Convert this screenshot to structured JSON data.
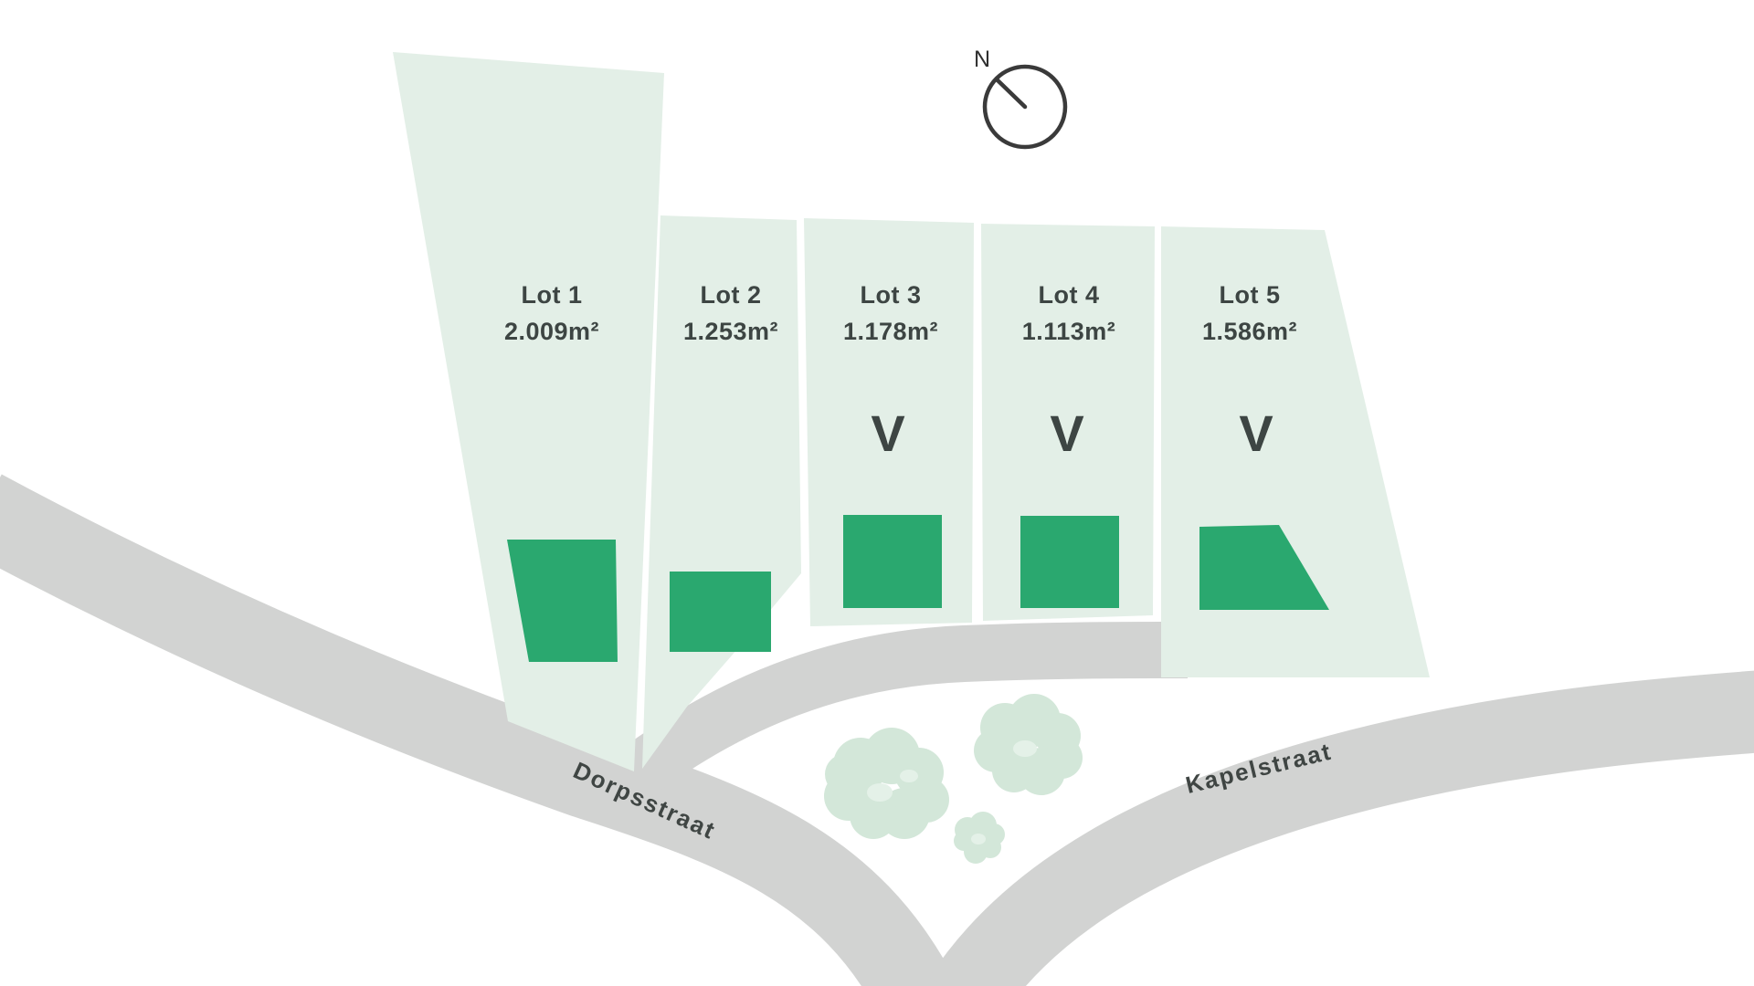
{
  "map": {
    "compass": {
      "label": "N"
    },
    "streets": [
      {
        "name": "Dorpsstraat"
      },
      {
        "name": "Kapelstraat"
      }
    ],
    "lots": [
      {
        "label": "Lot 1",
        "area": "2.009m²",
        "mark": ""
      },
      {
        "label": "Lot 2",
        "area": "1.253m²",
        "mark": ""
      },
      {
        "label": "Lot 3",
        "area": "1.178m²",
        "mark": "V"
      },
      {
        "label": "Lot 4",
        "area": "1.113m²",
        "mark": "V"
      },
      {
        "label": "Lot 5",
        "area": "1.586m²",
        "mark": "V"
      }
    ],
    "colors": {
      "lot_fill": "#e3efe7",
      "building_fill": "#2aa86f",
      "road_fill": "#d2d3d2",
      "tree_fill": "#d3e7d9",
      "tree_highlight": "#e4f1e8",
      "compass_stroke": "#3a3a3a"
    }
  }
}
